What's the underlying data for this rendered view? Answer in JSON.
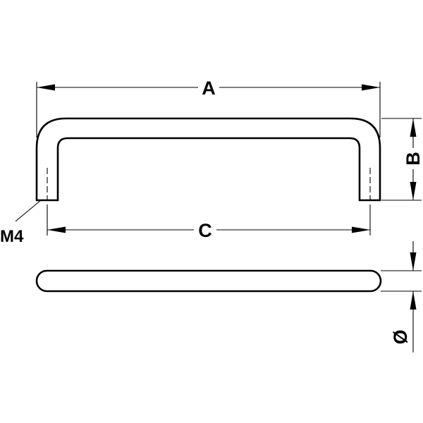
{
  "dimensions": {
    "A": "A",
    "B": "B",
    "C": "C",
    "thread": "M4",
    "diameter": "Ø"
  }
}
